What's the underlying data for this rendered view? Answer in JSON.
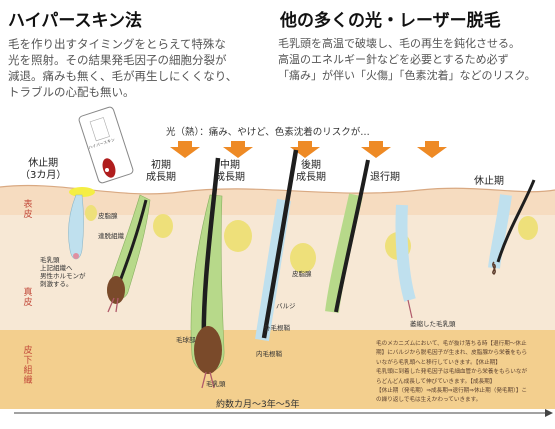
{
  "left_column": {
    "title": "ハイパースキン法",
    "lines": [
      "毛を作り出すタイミングをとらえて特殊な",
      "光を照射。その結果発毛因子の細胞分裂が",
      "減退。痛みも無く、毛が再生しにくくなり、",
      "トラブルの心配も無い。"
    ]
  },
  "right_column": {
    "title": "他の多くの光・レーザー脱毛",
    "lines": [
      "毛乳頭を高温で破壊し、毛の再生を鈍化させる。",
      "高温のエネルギー針などを必要とするため必ず",
      "「痛み」が伴い「火傷」「色素沈着」などのリスク。"
    ]
  },
  "light_caption": "光（熱）：痛み、やけど、色素沈着のリスクが…",
  "device_label": "ハイパースキン",
  "stages": {
    "telogen_first": [
      "休止期",
      "（3カ月）"
    ],
    "early_anagen": [
      "初期",
      "成長期"
    ],
    "mid_anagen": [
      "中期",
      "成長期"
    ],
    "late_anagen": [
      "後期",
      "成長期"
    ],
    "catagen": "退行期",
    "telogen_last": "休止期"
  },
  "layers": {
    "epidermis": "表皮",
    "dermis": "真皮",
    "subcutis": "皮下組織"
  },
  "parts": {
    "sebaceous_gland": "皮脂腺",
    "bulge": "達脱組織",
    "dermal_papilla": [
      "毛乳頭",
      "上記組織へ",
      "男性ホルモンが",
      "刺激する。"
    ],
    "sebaceous_gland_2": "皮脂腺",
    "bulge_2": "バルジ",
    "outer_root_sheath": "外毛根鞘",
    "hair_bulb": "毛球部",
    "inner_root_sheath": "内毛根鞘",
    "papilla_2": "毛乳頭",
    "shrunken_papilla": "萎縮した毛乳頭"
  },
  "note": [
    "毛のメカニズムにおいて、毛が抜け落ちる時【退行期〜休止期】にバルジから脱毛因子が生まれ、皮脂腺から栄養をもらいながら毛乳頭へと移行していきます。【休止期】",
    "毛乳頭に到着した発毛因子は毛細血管から栄養をもらいながらどんどん成長して伸びていきます。【成長期】",
    "【休止期（発毛期）⇒成長期⇒退行期⇒休止期（発毛期）】この繰り返しで毛は生えかわっていきます。"
  ],
  "timeline_caption": "約数カ月〜3年〜5年",
  "colors": {
    "epidermis": "#f6dcc0",
    "dermis": "#f7e8d5",
    "subcutis": "#f3cf8e",
    "arrow": "#ee8a25",
    "hair": "#1e1e1e",
    "gland": "#eee07a",
    "sheath_blue": "#bfe0ee",
    "sheath_green": "#b7d98a",
    "bulb_brown": "#7a4a2a",
    "layer_text": "#c24a3a"
  }
}
